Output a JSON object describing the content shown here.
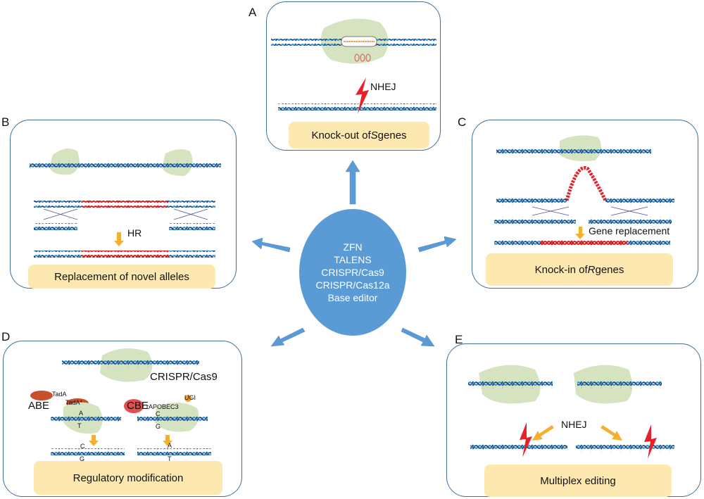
{
  "center": {
    "items": [
      "ZFN",
      "TALENS",
      "CRISPR/Cas9",
      "CRISPR/Cas12a",
      "Base editor"
    ],
    "color": "#5b9bd5"
  },
  "panels": {
    "A": {
      "letter": "A",
      "caption_pre": "Knock-out of ",
      "caption_it": "S",
      "caption_post": " genes",
      "labels": {
        "nhej": "NHEJ"
      }
    },
    "B": {
      "letter": "B",
      "caption": "Replacement of novel alleles",
      "labels": {
        "hr": "HR"
      }
    },
    "C": {
      "letter": "C",
      "caption_pre": "Knock-in of ",
      "caption_it": "R",
      "caption_post": " genes",
      "labels": {
        "gene_replacement": "Gene replacement"
      }
    },
    "D": {
      "letter": "D",
      "caption": "Regulatory modification",
      "labels": {
        "crispr": "CRISPR/Cas9",
        "abe": "ABE",
        "cbe": "CBE",
        "tada": "TadA",
        "tada_star": "TadA*",
        "rapobec3": "rAPOBEC3",
        "ugi": "UGI",
        "abe_top": "A",
        "abe_bottom": "T",
        "abe_out_top": "C",
        "abe_out_bottom": "G",
        "cbe_top": "C",
        "cbe_bottom": "G",
        "cbe_out_top": "A",
        "cbe_out_bottom": "T"
      }
    },
    "E": {
      "letter": "E",
      "caption": "Multiplex editing",
      "labels": {
        "nhej": "NHEJ"
      }
    }
  },
  "colors": {
    "panel_border": "#3f6f9a",
    "caption_bg": "#fde9b0",
    "arrow_blue": "#5b9bd5",
    "dna_blue": "#2e9bd6",
    "dna_navy": "#1f3b7a",
    "dna_red": "#e0242a",
    "cas_green": "#d5e3c0",
    "arrow_orange": "#f5b030",
    "bolt_red": "#e8202a"
  }
}
